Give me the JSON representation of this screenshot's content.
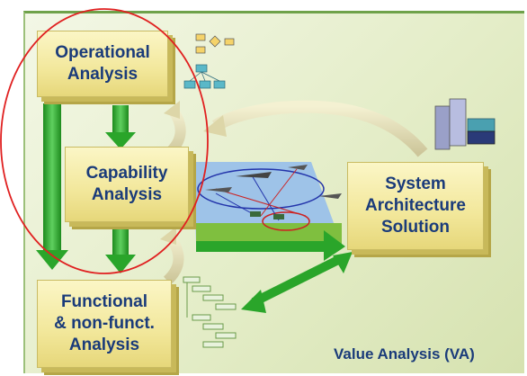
{
  "boxes": {
    "operational": "Operational\nAnalysis",
    "capability": "Capability\nAnalysis",
    "functional": "Functional\n& non-funct.\nAnalysis",
    "system": "System\nArchitecture\nSolution"
  },
  "footer": {
    "label": "Value Analysis (VA)"
  },
  "colors": {
    "highlight_circle": "#e02020",
    "box_text": "#1a3b7a",
    "arrow_green": "#2aa52a",
    "curve_arrow": "#e6e0b0"
  }
}
